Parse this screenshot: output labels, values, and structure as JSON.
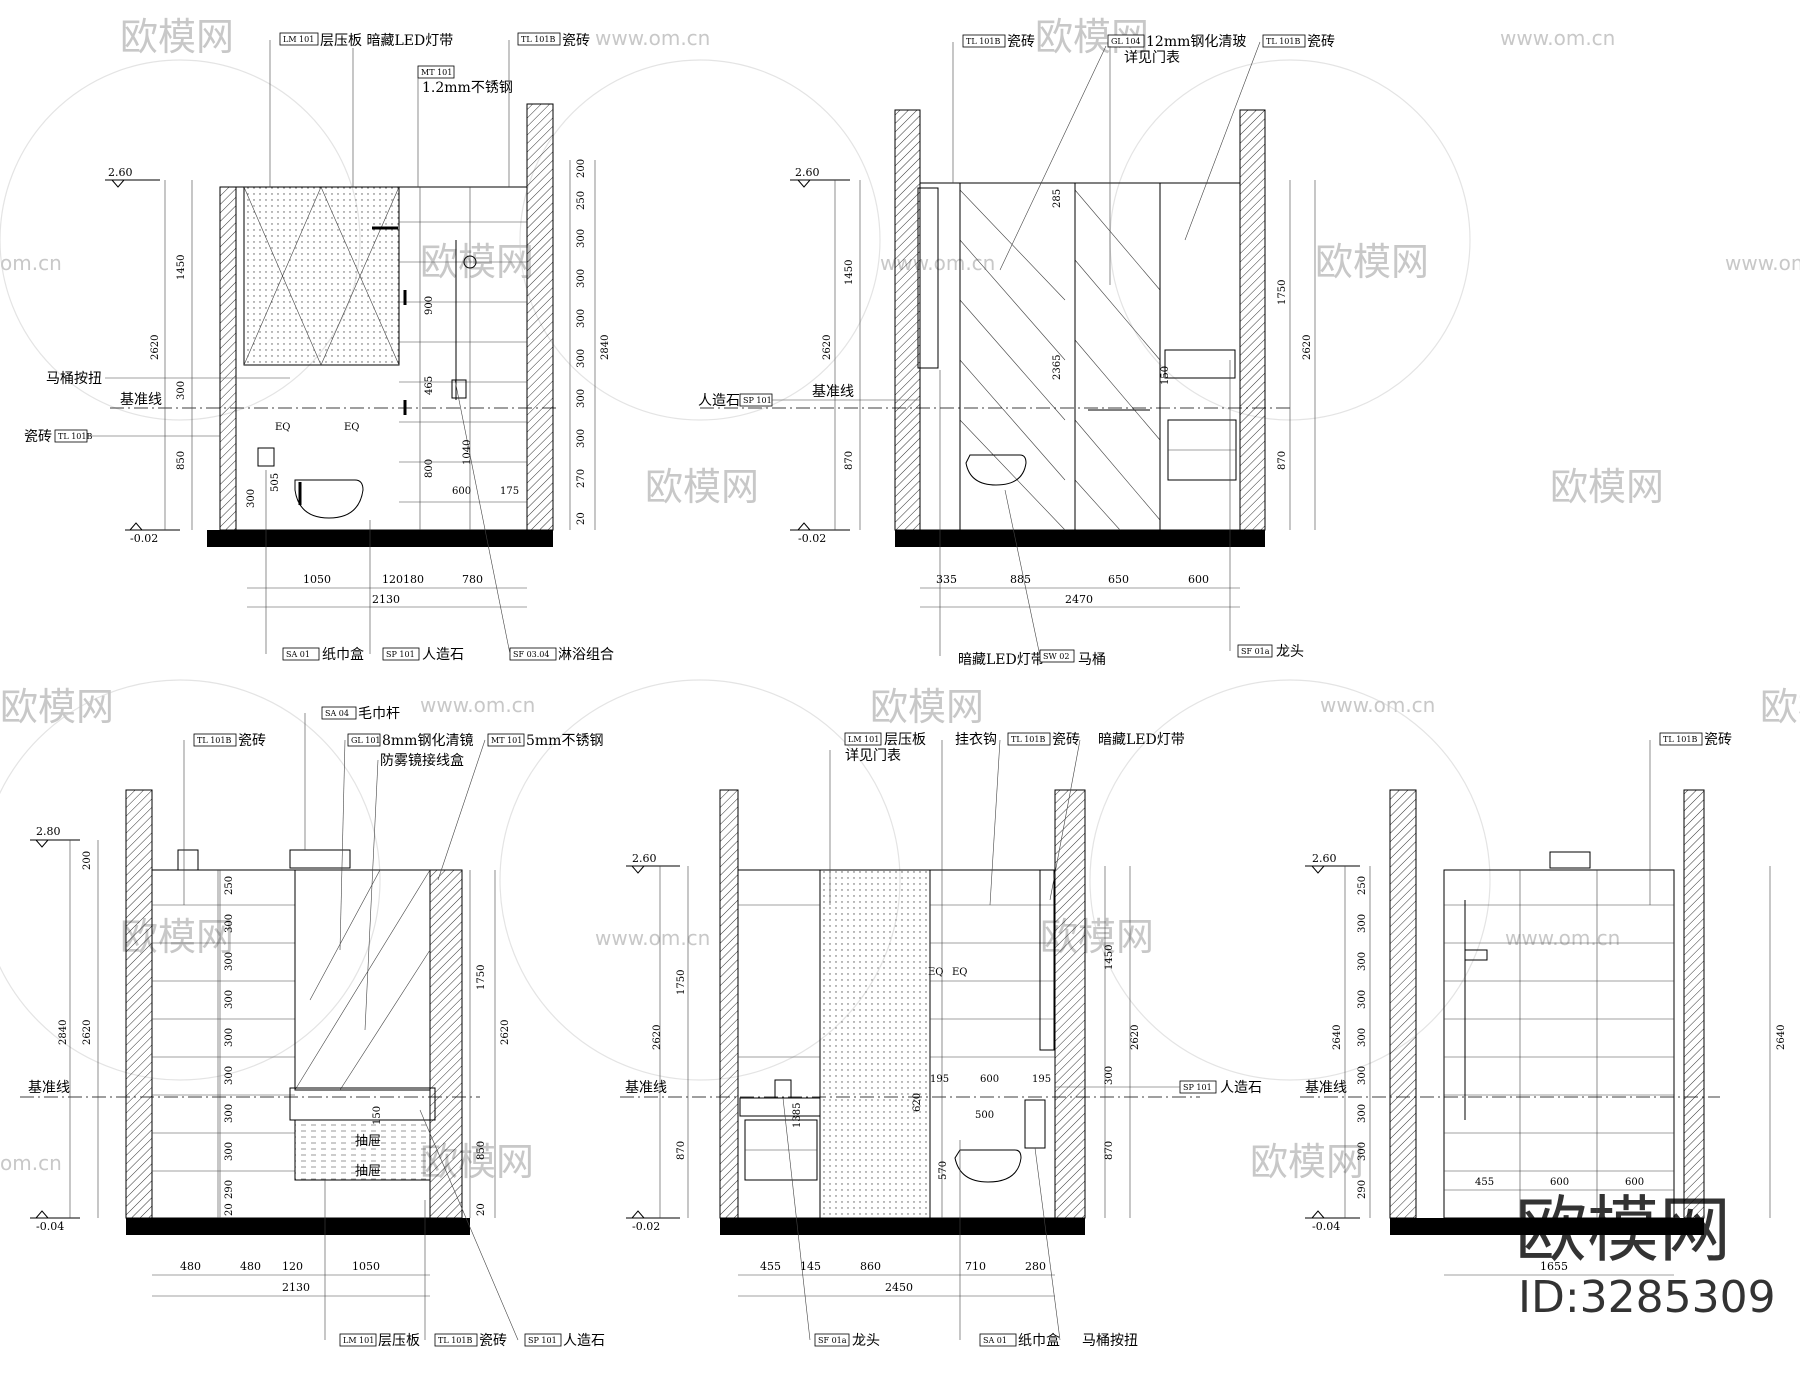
{
  "watermark": {
    "brand": "欧模网",
    "url": "www.om.cn",
    "url_cut": "om.cn",
    "id_label": "ID:3285309"
  },
  "panel1": {
    "level_top": "2.60",
    "level_bottom": "-0.02",
    "baseline": "基准线",
    "notes": {
      "lm101": {
        "code": "LM 101",
        "text": "层压板  暗藏LED灯带"
      },
      "mt101": {
        "code": "MT 101",
        "text": "1.2mm不锈钢"
      },
      "tl101b": {
        "code": "TL 101B",
        "text": "瓷砖"
      },
      "flush": {
        "text": "马桶按扭"
      },
      "tile_left": {
        "code": "TL 101B",
        "text": "瓷砖"
      },
      "sa01": {
        "code": "SA 01",
        "text": "纸巾盒"
      },
      "sp101": {
        "code": "SP 101",
        "text": "人造石"
      },
      "sf": {
        "code": "SF 03.04",
        "text": "淋浴组合"
      }
    },
    "dims_left": [
      "1450",
      "2620",
      "300",
      "850"
    ],
    "dims_right": [
      "200",
      "250",
      "300",
      "300",
      "300",
      "300",
      "300",
      "300",
      "270",
      "20",
      "2840"
    ],
    "dims_inner": [
      "900",
      "465",
      "800",
      "1040",
      "600",
      "175",
      "505",
      "300",
      "EQ",
      "EQ"
    ],
    "dims_bottom": [
      "1050",
      "120",
      "180",
      "780",
      "2130"
    ]
  },
  "panel2": {
    "level_top": "2.60",
    "level_bottom": "-0.02",
    "baseline": "基准线",
    "notes": {
      "tl101b_a": {
        "code": "TL 101B",
        "text": "瓷砖"
      },
      "gl104": {
        "code": "GL 104",
        "text": "12mm钢化清玻"
      },
      "door": {
        "text": "详见门表"
      },
      "tl101b_b": {
        "code": "TL 101B",
        "text": "瓷砖"
      },
      "sp101": {
        "code": "SP 101",
        "text": "人造石"
      },
      "led": {
        "text": "暗藏LED灯带"
      },
      "sw02": {
        "code": "SW 02",
        "text": "马桶"
      },
      "sf01": {
        "code": "SF 01a",
        "text": "龙头"
      }
    },
    "dims_left": [
      "1450",
      "2620",
      "870"
    ],
    "dims_right": [
      "1750",
      "2620",
      "870"
    ],
    "dims_inner": [
      "285",
      "2365",
      "150"
    ],
    "dims_bottom": [
      "335",
      "885",
      "650",
      "600",
      "2470"
    ]
  },
  "panel3": {
    "level_top": "2.80",
    "level_bottom": "-0.04",
    "baseline": "基准线",
    "notes": {
      "sa04": {
        "code": "SA 04",
        "text": "毛巾杆"
      },
      "tl101b": {
        "code": "TL 101B",
        "text": "瓷砖"
      },
      "gl101": {
        "code": "GL 101",
        "text": "8mm钢化清镜"
      },
      "mt101": {
        "code": "MT 101",
        "text": "5mm不锈钢"
      },
      "fog": {
        "text": "防雾镜接线盒"
      },
      "drawer1": {
        "text": "抽屉"
      },
      "drawer2": {
        "text": "抽屉"
      },
      "lm101": {
        "code": "LM 101",
        "text": "层压板"
      },
      "tl101b_b": {
        "code": "TL 101B",
        "text": "瓷砖"
      },
      "sp101": {
        "code": "SP 101",
        "text": "人造石"
      }
    },
    "dims_left": [
      "200",
      "2840",
      "2620"
    ],
    "dims_tiles": [
      "250",
      "300",
      "300",
      "300",
      "300",
      "300",
      "300",
      "300",
      "290",
      "20"
    ],
    "dims_right": [
      "1750",
      "2620",
      "850",
      "20"
    ],
    "dims_inner": [
      "150"
    ],
    "dims_bottom": [
      "480",
      "480",
      "120",
      "1050",
      "2130"
    ]
  },
  "panel4": {
    "level_top": "2.60",
    "level_bottom": "-0.02",
    "baseline": "基准线",
    "notes": {
      "lm101": {
        "code": "LM 101",
        "text": "层压板"
      },
      "door": {
        "text": "详见门表"
      },
      "hook": {
        "text": "挂衣钩"
      },
      "tl101b": {
        "code": "TL 101B",
        "text": "瓷砖"
      },
      "led": {
        "text": "暗藏LED灯带"
      },
      "sp101": {
        "code": "SP 101",
        "text": "人造石"
      },
      "sf01": {
        "code": "SF 01a",
        "text": "龙头"
      },
      "sa01": {
        "code": "SA 01",
        "text": "纸巾盒"
      },
      "flush": {
        "text": "马桶按扭"
      }
    },
    "dims_left": [
      "1750",
      "2620",
      "870"
    ],
    "dims_right": [
      "1450",
      "2620",
      "300",
      "870"
    ],
    "dims_inner": [
      "EQ",
      "EQ",
      "195",
      "600",
      "195",
      "500",
      "620",
      "570",
      "1385"
    ],
    "dims_bottom": [
      "455",
      "145",
      "860",
      "710",
      "280",
      "2450"
    ]
  },
  "panel5": {
    "level_top": "2.60",
    "level_bottom": "-0.04",
    "baseline": "基准线",
    "notes": {
      "tl101b": {
        "code": "TL 101B",
        "text": "瓷砖"
      }
    },
    "dims_left": [
      "250",
      "300",
      "300",
      "300",
      "300",
      "300",
      "300",
      "300",
      "290",
      "2640"
    ],
    "dims_right": [
      "2640"
    ],
    "dims_inner": [
      "455",
      "600",
      "600"
    ],
    "dims_bottom": [
      "1655"
    ]
  }
}
